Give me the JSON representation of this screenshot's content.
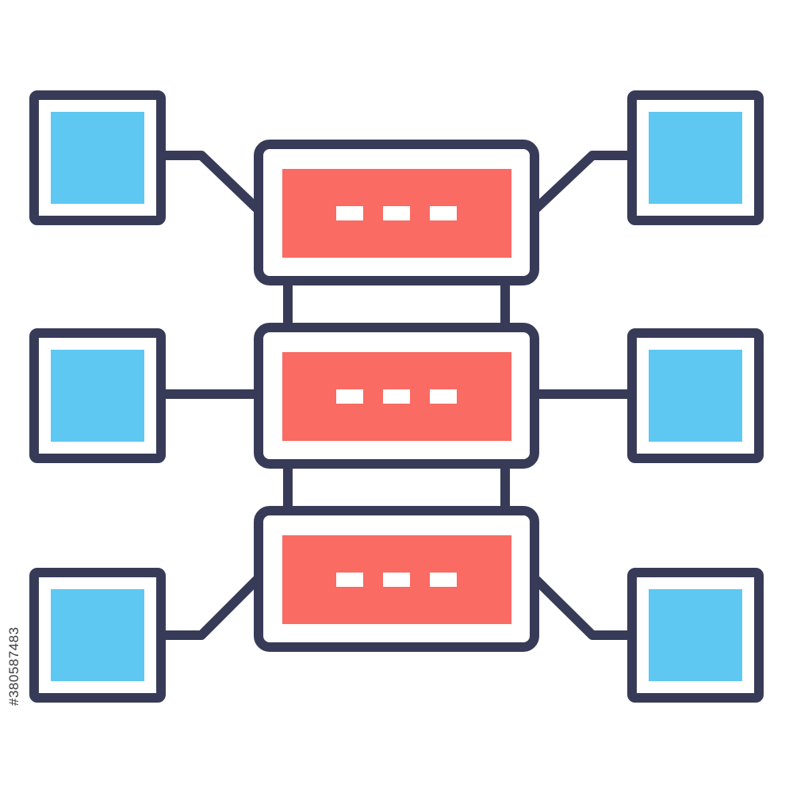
{
  "colors": {
    "stroke": "#383b58",
    "server_fill": "#f96b63",
    "node_fill": "#5ec8f2",
    "led": "#ffffff",
    "background": "#ffffff"
  },
  "illustration": {
    "icon_name": "server-network-icon",
    "servers": [
      {
        "name": "server-unit-top"
      },
      {
        "name": "server-unit-middle"
      },
      {
        "name": "server-unit-bottom"
      }
    ],
    "nodes": [
      {
        "name": "node-top-left"
      },
      {
        "name": "node-top-right"
      },
      {
        "name": "node-middle-left"
      },
      {
        "name": "node-middle-right"
      },
      {
        "name": "node-bottom-left"
      },
      {
        "name": "node-bottom-right"
      }
    ]
  },
  "watermark": {
    "stock_id": "#380587483"
  }
}
